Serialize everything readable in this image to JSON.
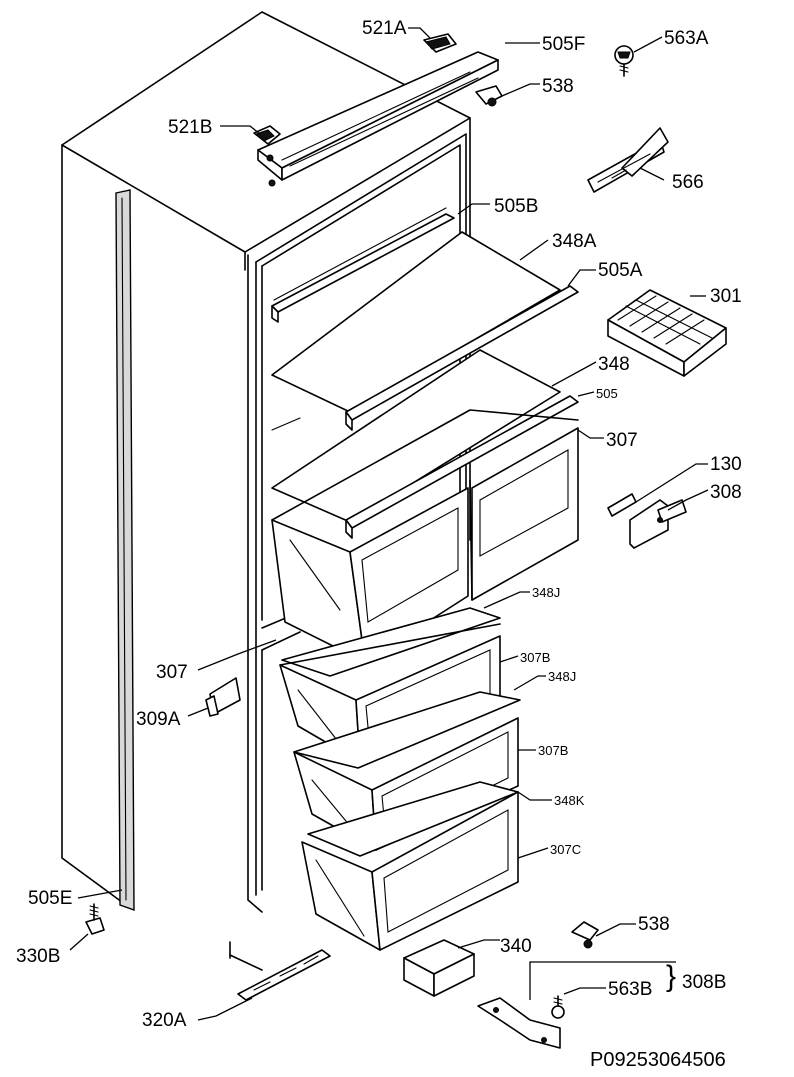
{
  "drawing_number": "P09253064506",
  "labels": {
    "l521A": "521A",
    "l505F": "505F",
    "l563A": "563A",
    "l538a": "538",
    "l521B": "521B",
    "l566": "566",
    "l505B": "505B",
    "l348A": "348A",
    "l505A": "505A",
    "l301": "301",
    "l348": "348",
    "l505": "505",
    "l307a": "307",
    "l130": "130",
    "l308": "308",
    "l348J1": "348J",
    "l307a2": "307",
    "l307B1": "307B",
    "l348J2": "348J",
    "l309A": "309A",
    "l307B2": "307B",
    "l348K": "348K",
    "l307C": "307C",
    "l505E": "505E",
    "l330B": "330B",
    "l538b": "538",
    "l340": "340",
    "l563B": "563B",
    "l308B": "308B",
    "l320A": "320A",
    "brace": "}"
  }
}
